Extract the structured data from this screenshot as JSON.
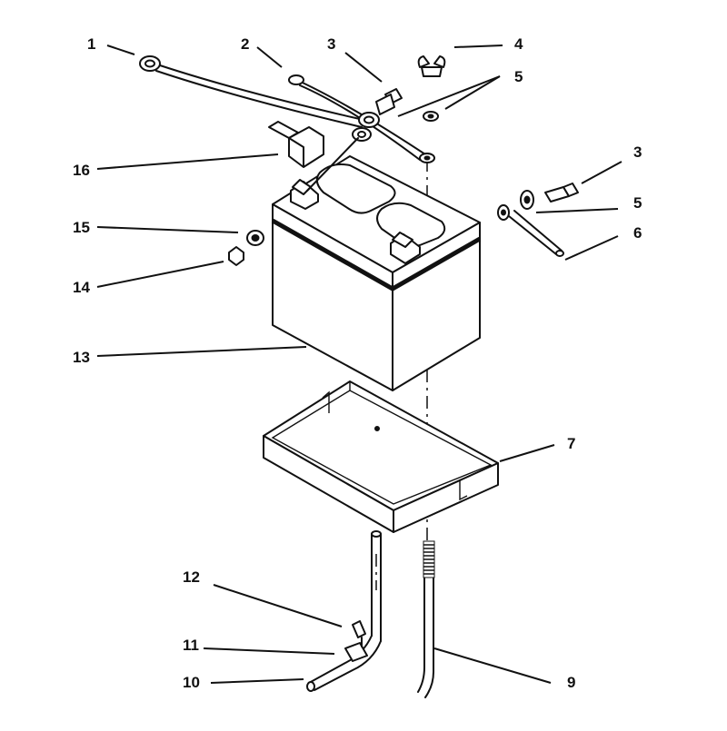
{
  "callouts": [
    {
      "id": "1",
      "label": "1"
    },
    {
      "id": "2",
      "label": "2"
    },
    {
      "id": "3a",
      "label": "3"
    },
    {
      "id": "4",
      "label": "4"
    },
    {
      "id": "5a",
      "label": "5"
    },
    {
      "id": "16",
      "label": "16"
    },
    {
      "id": "3b",
      "label": "3"
    },
    {
      "id": "5b",
      "label": "5"
    },
    {
      "id": "15",
      "label": "15"
    },
    {
      "id": "6",
      "label": "6"
    },
    {
      "id": "14",
      "label": "14"
    },
    {
      "id": "13",
      "label": "13"
    },
    {
      "id": "7",
      "label": "7"
    },
    {
      "id": "12",
      "label": "12"
    },
    {
      "id": "11",
      "label": "11"
    },
    {
      "id": "10",
      "label": "10"
    },
    {
      "id": "9",
      "label": "9"
    }
  ]
}
